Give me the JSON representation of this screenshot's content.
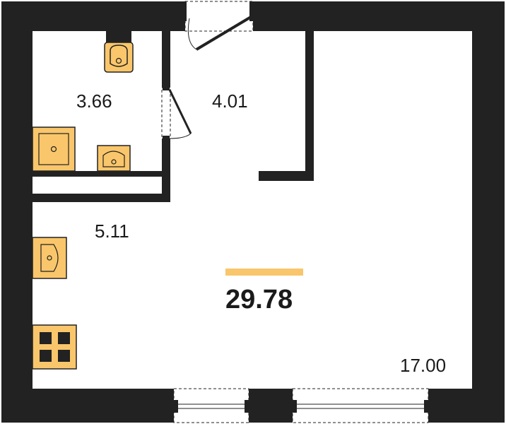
{
  "colors": {
    "wall": "#222222",
    "fixture": "#f9c66b",
    "fixture_stroke": "#222222",
    "accent_bar": "#f9c66b",
    "background": "#ffffff"
  },
  "rooms": {
    "bathroom": {
      "area": "3.66"
    },
    "hallway": {
      "area": "4.01"
    },
    "kitchen": {
      "area": "5.11"
    },
    "living": {
      "area": "17.00"
    }
  },
  "total": {
    "area": "29.78"
  },
  "fixtures": [
    "toilet-icon",
    "shower-tray-icon",
    "bathroom-sink-icon",
    "kitchen-sink-icon",
    "stove-icon"
  ]
}
